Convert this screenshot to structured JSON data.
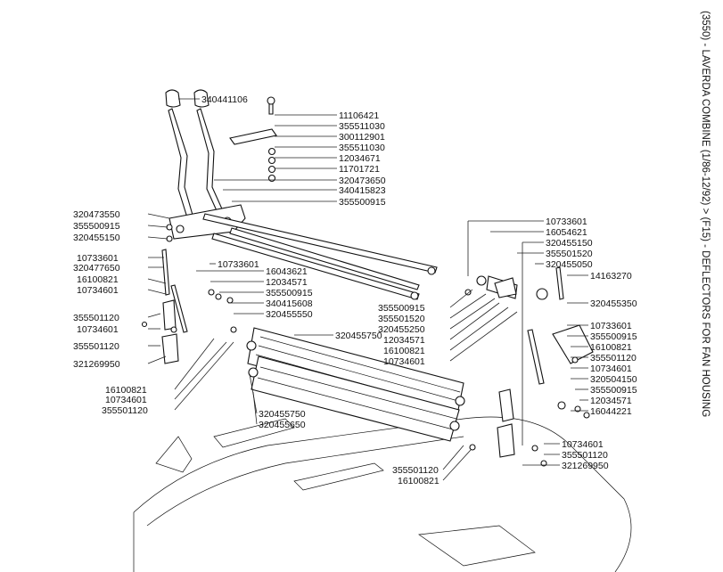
{
  "title": "(3550) - LAVERDA COMBINE (1/86-12/92) > (F15) - DEFLECTORS FOR FAN HOUSING",
  "labels": {
    "top": [
      "340441106",
      "11106421",
      "355511030",
      "300112901",
      "355511030",
      "12034671",
      "11701721",
      "320473650",
      "340415823",
      "355500915"
    ],
    "left": [
      "320473550",
      "355500915",
      "320455150",
      "10733601",
      "320477650",
      "10733601",
      "16100821",
      "10734601",
      "355501120",
      "10734601",
      "355501120",
      "321269950",
      "16100821",
      "10734601",
      "355501120"
    ],
    "middle": [
      "16043621",
      "12034571",
      "355500915",
      "340415608",
      "320455550",
      "320455750",
      "320455750",
      "320455650"
    ],
    "right": [
      "10733601",
      "16054621",
      "320455150",
      "355501520",
      "320455050",
      "14163270",
      "320455350",
      "10733601",
      "355500915",
      "16100821",
      "355501120",
      "10734601",
      "320504150",
      "355500915",
      "12034571",
      "16044221",
      "10734601",
      "355501120",
      "321269950"
    ],
    "center_right": [
      "355500915",
      "355501520",
      "320455250",
      "12034571",
      "16100821",
      "10734601",
      "355501120",
      "16100821"
    ]
  }
}
